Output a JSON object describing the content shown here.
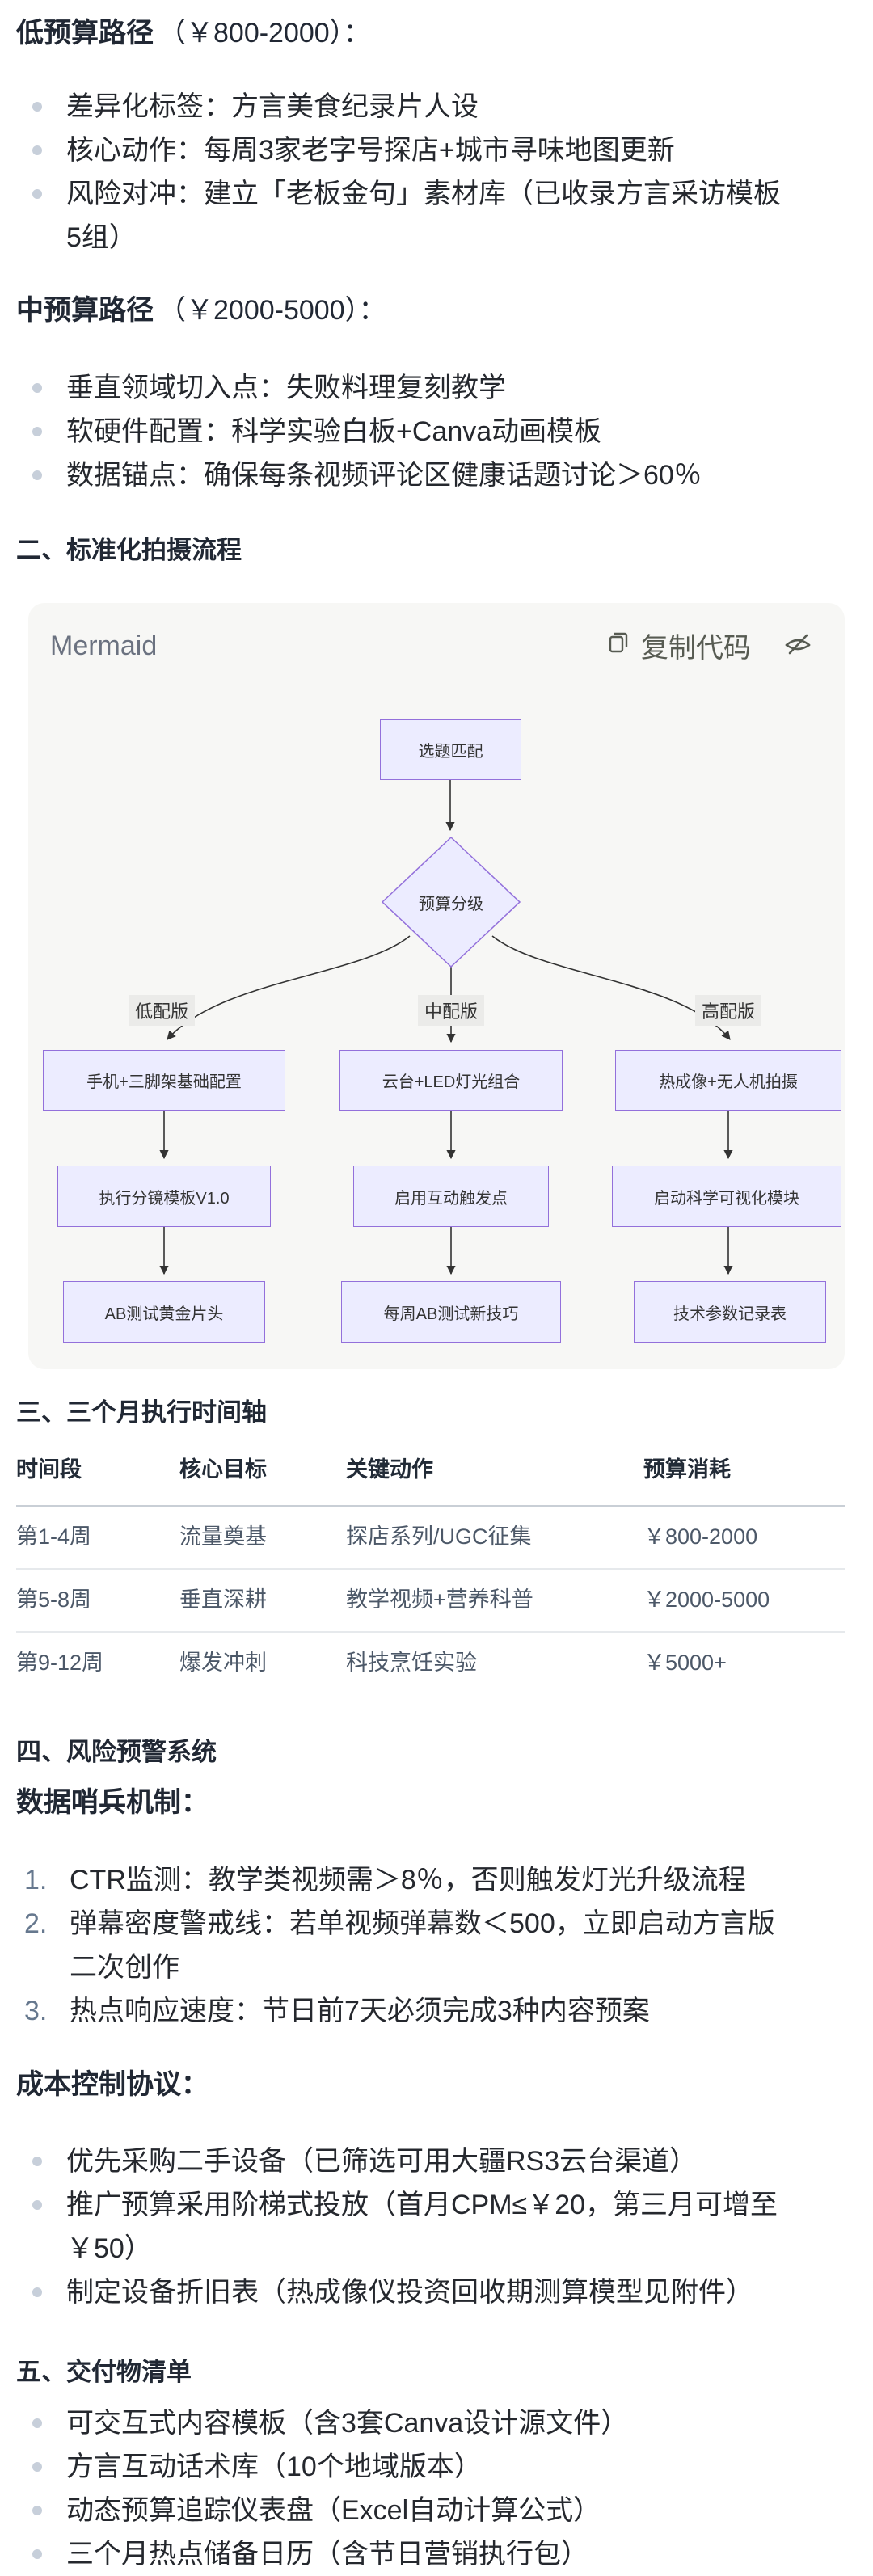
{
  "colors": {
    "node_fill": "#ECECFF",
    "node_border": "#9370DB",
    "edge_line": "#333333",
    "card_background": "#f7f7f5",
    "bullet_dot": "#c7cfda",
    "table_row_text": "#4c5868"
  },
  "low_budget": {
    "title_bold": "低预算路径",
    "title_tail": "（￥800-2000）：",
    "bullets": [
      "差异化标签：方言美食纪录片人设",
      "核心动作：每周3家老字号探店+城市寻味地图更新",
      "风险对冲：建立「老板金句」素材库（已收录方言采访模板5组）"
    ]
  },
  "mid_budget": {
    "title_bold": "中预算路径",
    "title_tail": "（￥2000-5000）：",
    "bullets": [
      "垂直领域切入点：失败料理复刻教学",
      "软硬件配置：科学实验白板+Canva动画模板",
      "数据锚点：确保每条视频评论区健康话题讨论＞60％"
    ]
  },
  "shooting_heading": "二、标准化拍摄流程",
  "mermaid_card": {
    "label": "Mermaid",
    "copy_button": "复制代码",
    "flowchart": {
      "start": "选题匹配",
      "decision": "预算分级",
      "branches": [
        {
          "label": "低配版",
          "steps": [
            "手机+三脚架基础配置",
            "执行分镜模板V1.0",
            "AB测试黄金片头"
          ]
        },
        {
          "label": "中配版",
          "steps": [
            "云台+LED灯光组合",
            "启用互动触发点",
            "每周AB测试新技巧"
          ]
        },
        {
          "label": "高配版",
          "steps": [
            "热成像+无人机拍摄",
            "启动科学可视化模块",
            "技术参数记录表"
          ]
        }
      ]
    }
  },
  "timeline": {
    "heading": "三、三个月执行时间轴",
    "headers": [
      "时间段",
      "核心目标",
      "关键动作",
      "预算消耗"
    ],
    "rows": [
      [
        "第1-4周",
        "流量奠基",
        "探店系列/UGC征集",
        "￥800-2000"
      ],
      [
        "第5-8周",
        "垂直深耕",
        "教学视频+营养科普",
        "￥2000-5000"
      ],
      [
        "第9-12周",
        "爆发冲刺",
        "科技烹饪实验",
        "￥5000+"
      ]
    ]
  },
  "risk": {
    "heading": "四、风险预警系统",
    "sentinel_title": "数据哨兵机制：",
    "items": [
      "CTR监测：教学类视频需＞8％，否则触发灯光升级流程",
      "弹幕密度警戒线：若单视频弹幕数＜500，立即启动方言版二次创作",
      "热点响应速度：节日前7天必须完成3种内容预案"
    ],
    "cost_title": "成本控制协议：",
    "bullets": [
      "优先采购二手设备（已筛选可用大疆RS3云台渠道）",
      "推广预算采用阶梯式投放（首月CPM≤￥20，第三月可增至￥50）",
      "制定设备折旧表（热成像仪投资回收期测算模型见附件）"
    ]
  },
  "deliverables": {
    "heading": "五、交付物清单",
    "bullets": [
      "可交互式内容模板（含3套Canva设计源文件）",
      "方言互动话术库（10个地域版本）",
      "动态预算追踪仪表盘（Excel自动计算公式）",
      "三个月热点储备日历（含节日营销执行包）"
    ]
  }
}
